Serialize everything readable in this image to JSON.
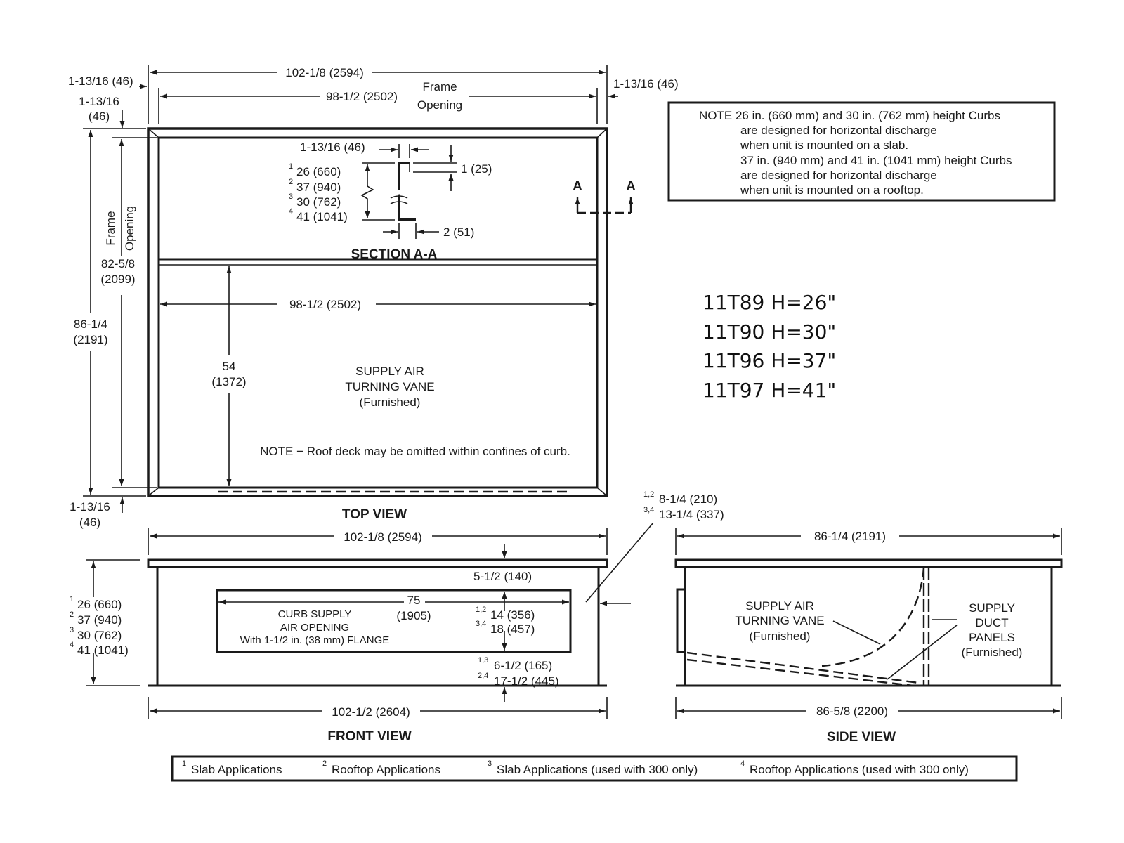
{
  "top_view": {
    "title": "TOP VIEW",
    "overall_width": "102-1/8 (2594)",
    "frame_opening_width": "98-1/2 (2502)",
    "frame_label": "Frame",
    "opening_label": "Opening",
    "left_offset_top": "1-13/16 (46)",
    "left_offset_mid_a": "1-13/16",
    "left_offset_mid_b": "(46)",
    "right_offset": "1-13/16 (46)",
    "bottom_offset_a": "1-13/16",
    "bottom_offset_b": "(46)",
    "overall_depth_a": "86-1/4",
    "overall_depth_b": "(2191)",
    "frame_opening_depth_a": "82-5/8",
    "frame_opening_depth_b": "(2099)",
    "inner_width": "98-1/2 (2502)",
    "vane_depth_a": "54",
    "vane_depth_b": "(1372)",
    "vane_label_1": "SUPPLY AIR",
    "vane_label_2": "TURNING VANE",
    "vane_label_3": "(Furnished)",
    "roof_note": "NOTE − Roof deck may be omitted within confines of curb."
  },
  "section_aa": {
    "title": "SECTION A-A",
    "flange_width": "1-13/16 (46)",
    "lip": "1 (25)",
    "base": "2 (51)",
    "heights": [
      {
        "sup": "1",
        "text": "26 (660)"
      },
      {
        "sup": "2",
        "text": "37 (940)"
      },
      {
        "sup": "3",
        "text": "30 (762)"
      },
      {
        "sup": "4",
        "text": "41 (1041)"
      }
    ],
    "marker_left": "A",
    "marker_right": "A"
  },
  "note_box": {
    "lines": [
      "NOTE 26 in. (660 mm) and 30 in. (762 mm) height Curbs",
      "are designed for horizontal discharge",
      "when unit is mounted on a slab.",
      "37 in. (940 mm) and 41 in. (1041 mm) height Curbs",
      "are designed for horizontal discharge",
      "when unit is mounted on a rooftop."
    ]
  },
  "models": [
    "11T89 H=26\"",
    "11T90 H=30\"",
    "11T96 H=37\"",
    "11T97 H=41\""
  ],
  "front_view": {
    "title": "FRONT VIEW",
    "top_width": "102-1/8 (2594)",
    "bottom_width": "102-1/2 (2604)",
    "top_gap": "5-1/2 (140)",
    "opening_width_a": "75",
    "opening_width_b": "(1905)",
    "opening_label_1": "CURB SUPPLY",
    "opening_label_2": "AIR OPENING",
    "opening_label_3": "With 1-1/2 in. (38 mm) FLANGE",
    "opening_height": [
      {
        "sup": "1,2",
        "text": "14 (356)"
      },
      {
        "sup": "3,4",
        "text": "18 (457)"
      }
    ],
    "bottom_gap": [
      {
        "sup": "1,3",
        "text": "6-1/2 (165)"
      },
      {
        "sup": "2,4",
        "text": "17-1/2 (445)"
      }
    ],
    "side_offset": [
      {
        "sup": "1,2",
        "text": "8-1/4 (210)"
      },
      {
        "sup": "3,4",
        "text": "13-1/4 (337)"
      }
    ],
    "heights": [
      {
        "sup": "1",
        "text": "26 (660)"
      },
      {
        "sup": "2",
        "text": "37 (940)"
      },
      {
        "sup": "3",
        "text": "30 (762)"
      },
      {
        "sup": "4",
        "text": "41 (1041)"
      }
    ]
  },
  "side_view": {
    "title": "SIDE VIEW",
    "top_width": "86-1/4 (2191)",
    "bottom_width": "86-5/8 (2200)",
    "vane_label_1": "SUPPLY AIR",
    "vane_label_2": "TURNING VANE",
    "vane_label_3": "(Furnished)",
    "duct_label_1": "SUPPLY",
    "duct_label_2": "DUCT",
    "duct_label_3": "PANELS",
    "duct_label_4": "(Furnished)"
  },
  "legend": [
    {
      "sup": "1",
      "text": "Slab Applications"
    },
    {
      "sup": "2",
      "text": "Rooftop Applications"
    },
    {
      "sup": "3",
      "text": "Slab Applications (used with 300 only)"
    },
    {
      "sup": "4",
      "text": "Rooftop Applications (used with 300 only)"
    }
  ]
}
